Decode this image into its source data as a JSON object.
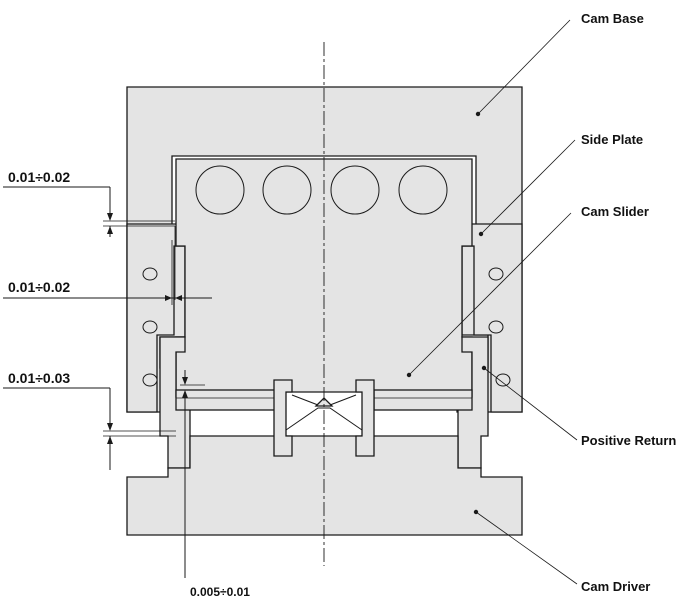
{
  "labels": {
    "cam_base": "Cam Base",
    "side_plate": "Side Plate",
    "cam_slider": "Cam Slider",
    "positive_return": "Positive Return",
    "cam_driver": "Cam Driver"
  },
  "dimensions": {
    "gap_top": "0.01÷0.02",
    "gap_side": "0.01÷0.02",
    "gap_return": "0.01÷0.03",
    "gap_bottom": "0.005÷0.01"
  }
}
